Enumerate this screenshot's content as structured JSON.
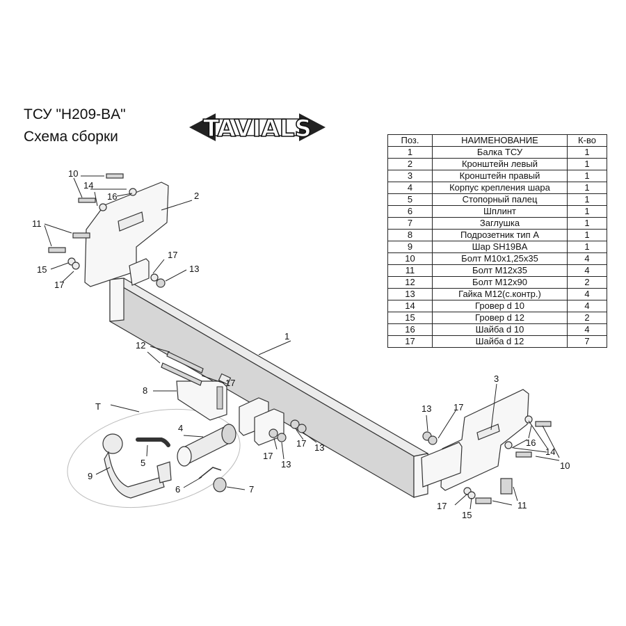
{
  "header": {
    "title_line1": "ТСУ  \"H209-BA\"",
    "title_line2": "Схема сборки",
    "logo_text": "TAVIALS"
  },
  "table": {
    "headers": [
      "Поз.",
      "НАИМЕНОВАНИЕ",
      "К-во"
    ],
    "rows": [
      [
        "1",
        "Балка ТСУ",
        "1"
      ],
      [
        "2",
        "Кронштейн левый",
        "1"
      ],
      [
        "3",
        "Кронштейн правый",
        "1"
      ],
      [
        "4",
        "Корпус крепления шара",
        "1"
      ],
      [
        "5",
        "Стопорный палец",
        "1"
      ],
      [
        "6",
        "Шплинт",
        "1"
      ],
      [
        "7",
        "Заглушка",
        "1"
      ],
      [
        "8",
        "Подрозетник тип А",
        "1"
      ],
      [
        "9",
        "Шар SH19BA",
        "1"
      ],
      [
        "10",
        "Болт М10х1,25х35",
        "4"
      ],
      [
        "11",
        "Болт М12х35",
        "4"
      ],
      [
        "12",
        "Болт М12х90",
        "2"
      ],
      [
        "13",
        "Гайка М12(с.контр.)",
        "4"
      ],
      [
        "14",
        "Гровер d 10",
        "4"
      ],
      [
        "15",
        "Гровер d 12",
        "2"
      ],
      [
        "16",
        "Шайба d 10",
        "4"
      ],
      [
        "17",
        "Шайба d 12",
        "7"
      ]
    ]
  },
  "callouts": {
    "n1": "1",
    "n2": "2",
    "n3": "3",
    "n4": "4",
    "n5": "5",
    "n6": "6",
    "n7": "7",
    "n8": "8",
    "n9": "9",
    "n10": "10",
    "n11": "11",
    "n12": "12",
    "n13": "13",
    "n14": "14",
    "n15": "15",
    "n16": "16",
    "n17": "17",
    "t": "T"
  }
}
